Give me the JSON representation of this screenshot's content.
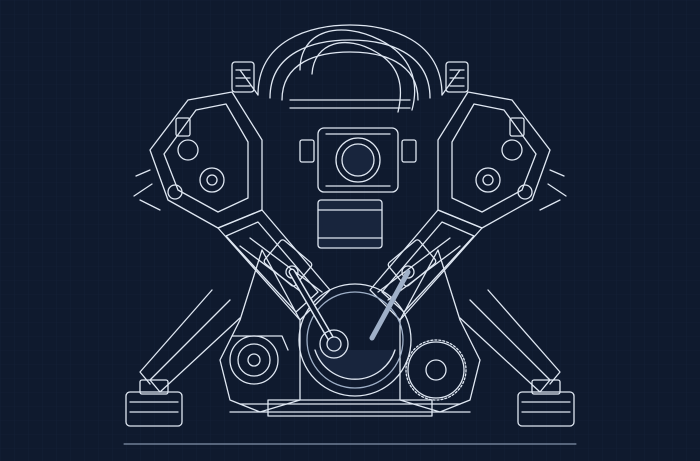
{
  "drawing": {
    "subject": "engine-cross-section-blueprint",
    "view": "front-section",
    "engine_layout": "V-engine",
    "printed_text": []
  },
  "palette": {
    "background": "#0f1a2e",
    "grid": "#1c2a44",
    "line": "#dfe7f2",
    "line_dim": "#9fb0c8",
    "fill_dark": "#18253d"
  },
  "components": [
    {
      "name": "intake-runners-icon"
    },
    {
      "name": "throttle-body-icon"
    },
    {
      "name": "left-cylinder-head-icon"
    },
    {
      "name": "right-cylinder-head-icon"
    },
    {
      "name": "left-cylinder-bank-icon"
    },
    {
      "name": "right-cylinder-bank-icon"
    },
    {
      "name": "left-piston-icon"
    },
    {
      "name": "right-piston-icon"
    },
    {
      "name": "crankcase-icon"
    },
    {
      "name": "connecting-rod-icon"
    },
    {
      "name": "crankshaft-icon"
    },
    {
      "name": "left-engine-mount-icon"
    },
    {
      "name": "right-engine-mount-icon"
    },
    {
      "name": "pulley-left-icon"
    },
    {
      "name": "pulley-right-icon"
    },
    {
      "name": "baseline-icon"
    }
  ]
}
